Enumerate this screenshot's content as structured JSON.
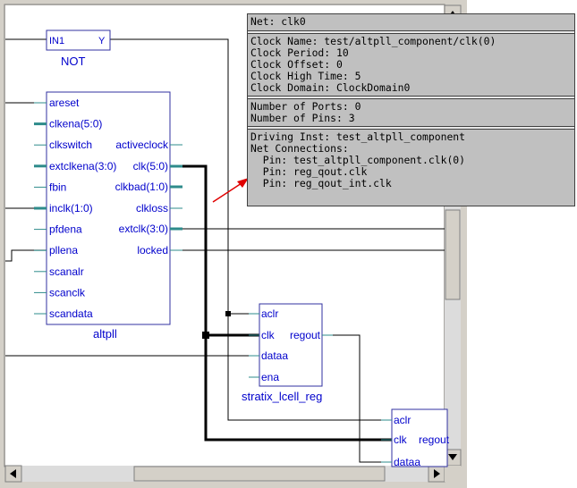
{
  "schematic": {
    "not_gate": {
      "pin_in": "IN1",
      "pin_out": "Y",
      "label": "NOT"
    },
    "altpll": {
      "label": "altpll",
      "left_pins": [
        "areset",
        "clkena(5:0)",
        "clkswitch",
        "extclkena(3:0)",
        "fbin",
        "inclk(1:0)",
        "pfdena",
        "pllena",
        "scanalr",
        "scanclk",
        "scandata"
      ],
      "right_pins": [
        "activeclock",
        "clk(5:0)",
        "clkbad(1:0)",
        "clkloss",
        "extclk(3:0)",
        "locked"
      ]
    },
    "reg1": {
      "label": "stratix_lcell_reg",
      "left_pins": [
        "aclr",
        "clk",
        "dataa",
        "ena"
      ],
      "right_pins": [
        "regout"
      ]
    },
    "reg2": {
      "left_pins": [
        "aclr",
        "clk",
        "dataa"
      ],
      "right_pins": [
        "regout"
      ]
    },
    "colors": {
      "wire": "#000000",
      "pin_text": "#0000cc",
      "label": "#0000cc",
      "arrow": "#e00000",
      "bg": "#ffffff"
    }
  },
  "scrollbar": {
    "up_icon": "arrow-up",
    "down_icon": "arrow-down",
    "left_icon": "arrow-left",
    "right_icon": "arrow-right"
  },
  "tooltip": {
    "net": "Net: clk0",
    "clock_name": "Clock Name: test/altpll_component/clk(0)",
    "clock_period": "Clock Period: 10",
    "clock_offset": "Clock Offset: 0",
    "clock_high_time": "Clock High Time: 5",
    "clock_domain": "Clock Domain: ClockDomain0",
    "num_ports": "Number of Ports: 0",
    "num_pins": "Number of Pins: 3",
    "driving_inst": "Driving Inst: test_altpll_component",
    "net_connections": "Net Connections:",
    "pins": [
      "  Pin: test_altpll_component.clk(0)",
      "  Pin: reg_qout.clk",
      "  Pin: reg_qout_int.clk"
    ]
  }
}
